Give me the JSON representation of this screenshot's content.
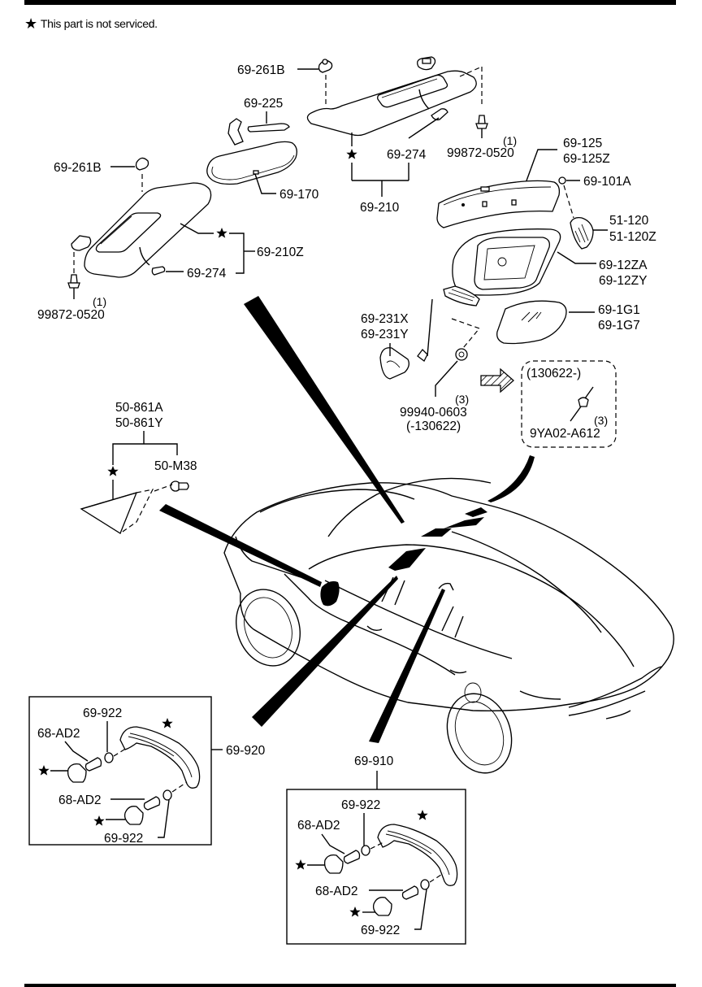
{
  "legend": {
    "star_symbol": "★",
    "text": "This part is not serviced."
  },
  "labels": {
    "visor_clip_upper": "69-261B",
    "mirror_cover": "69-225",
    "rear_view_mirror": "69-170",
    "visor_rh_assembly": "69-210",
    "visor_rh_holder": "69-274",
    "screw_upper_qty": "(1)",
    "screw_upper": "99872-0520",
    "visor_clip_lower": "69-261B",
    "visor_lh_assembly": "69-210Z",
    "visor_lh_holder": "69-274",
    "screw_lower_qty": "(1)",
    "screw_lower": "99872-0520",
    "mirror_cap_1": "69-125",
    "mirror_cap_2": "69-125Z",
    "mirror_bulb": "69-101A",
    "turn_lamp_1": "51-120",
    "turn_lamp_2": "51-120Z",
    "mirror_body_1": "69-12ZA",
    "mirror_body_2": "69-12ZY",
    "mirror_glass_1": "69-1G1",
    "mirror_glass_2": "69-1G7",
    "mirror_harness_1": "69-231X",
    "mirror_harness_2": "69-231Y",
    "mirror_nut_qty": "(3)",
    "mirror_nut": "99940-0603",
    "mirror_nut_range": "(-130622)",
    "alt_range": "(130622-)",
    "alt_bolt_qty": "(3)",
    "alt_bolt": "9YA02-A612",
    "quarter_trim_1": "50-861A",
    "quarter_trim_2": "50-861Y",
    "quarter_clip": "50-M38",
    "front_grip_assembly": "69-920",
    "rear_grip_assembly": "69-910",
    "grip_cap": "69-922",
    "grip_clip": "68-AD2"
  },
  "grip_box_front": {
    "cap_top": "69-922",
    "clip_top": "68-AD2",
    "clip_bottom": "68-AD2",
    "cap_bottom": "69-922"
  },
  "grip_box_rear": {
    "cap_top": "69-922",
    "clip_top": "68-AD2",
    "clip_bottom": "68-AD2",
    "cap_bottom": "69-922"
  }
}
